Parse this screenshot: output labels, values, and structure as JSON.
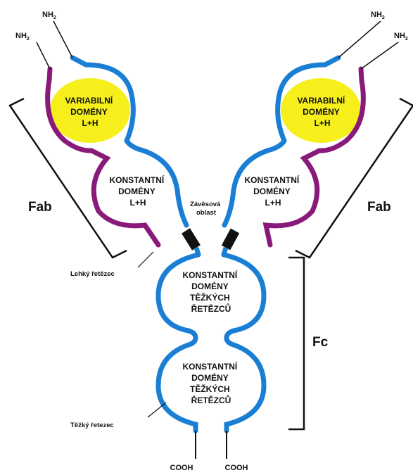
{
  "terminals": {
    "amino": "NH",
    "amino_sub": "2",
    "carboxyl": "COOH"
  },
  "domains": {
    "variable": [
      "VARIABILNÍ",
      "DOMÉNY",
      "L+H"
    ],
    "constant_fab": [
      "KONSTANTNÍ",
      "DOMÉNY",
      "L+H"
    ],
    "constant_heavy": [
      "KONSTANTNÍ",
      "DOMÉNY",
      "TĚŽKÝCH",
      "ŘETĚZCŮ"
    ]
  },
  "labels": {
    "hinge": [
      "Závěsová",
      "oblast"
    ],
    "light_chain": "Lehký řetězec",
    "heavy_chain": "Těžký řetezec",
    "fab": "Fab",
    "fc": "Fc"
  },
  "colors": {
    "heavy_chain": "#1a7fd4",
    "light_chain": "#8a1a7a",
    "variable_fill": "#f6ef1c",
    "hinge": "#111111",
    "text": "#111111"
  }
}
